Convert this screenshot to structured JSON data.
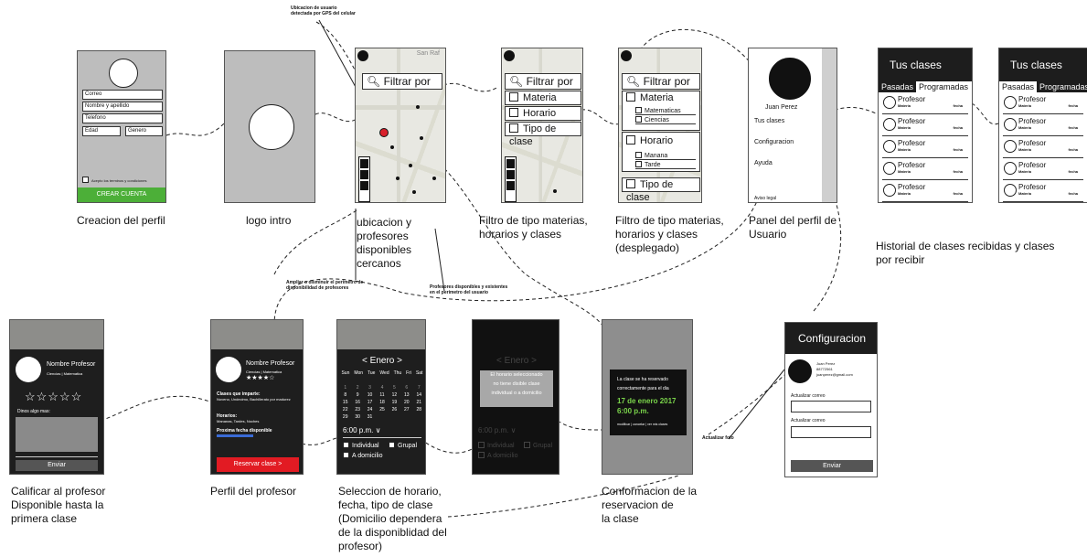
{
  "screens": {
    "perfil": {
      "fields": [
        "Correo",
        "Nombre y apellido",
        "Telefono",
        "Edad",
        "Genero"
      ],
      "terms": "Acepto los terminos y condiciones",
      "button": "CREAR CUENTA",
      "caption": "Creacion del perfil"
    },
    "logo": {
      "caption": "logo intro"
    },
    "mapa": {
      "top_note": "Ubicacion de usuario\ndetectada por GPS del celular",
      "city": "San Raf",
      "caption": "ubicacion y\nprofesores\ndisponibles\ncercanos",
      "note_perimetro": "Ampliar o disminuir el perimetro de\ndisponibilidad de profesores",
      "note_profesores": "Profesores disponibles y existentes\nen el perimetro del usuario"
    },
    "filtro": {
      "search": "Filtrar por",
      "options": [
        "Materia",
        "Horario",
        "Tipo de clase"
      ],
      "caption": "Filtro de tipo materias,\nhorarios y clases"
    },
    "filtro2": {
      "search": "Filtrar por",
      "materia": "Materia",
      "materia_sub": [
        "Matematicas",
        "Ciencias"
      ],
      "horario": "Horario",
      "horario_sub": [
        "Manana",
        "Tarde"
      ],
      "tipo": "Tipo de clase",
      "caption": "Filtro de tipo materias,\nhorarios y clases\n(desplegado)"
    },
    "panel": {
      "name": "Juan Perez",
      "items": [
        "Tus clases",
        "Configuracion",
        "Ayuda"
      ],
      "legal": "Aviso legal",
      "caption": "Panel del perfil de\nUsuario"
    },
    "historial": {
      "title": "Tus clases",
      "tabs": [
        "Pasadas",
        "Programadas"
      ],
      "item_title": "Profesor",
      "item_sub": "Materia",
      "item_date": "fecha",
      "caption": "Historial de clases recibidas y clases\npor recibir"
    },
    "calificar": {
      "name": "Nombre Profesor",
      "subjects": "Ciencias | Matematica",
      "stars": "☆☆☆☆☆",
      "prompt": "Dinos algo mas:",
      "button": "Enviar",
      "caption": "Calificar al profesor\nDisponible hasta la\nprimera clase"
    },
    "profesor": {
      "name": "Nombre Profesor",
      "subjects": "Ciencias | Matematica",
      "stars": "★★★★☆",
      "classes_title": "Clases que imparte:",
      "classes": "Noveno, Undecimo, Bachillerato por madurez",
      "hours_title": "Horarios:",
      "hours": "Mananas, Tardes, Noches",
      "next_title": "Proxima fecha disponible",
      "button": "Reservar clase >",
      "caption": "Perfil del profesor"
    },
    "seleccion": {
      "month": "< Enero >",
      "days": [
        "Sun",
        "Mon",
        "Tue",
        "Wed",
        "Thu",
        "Fri",
        "Sat"
      ],
      "weeks": [
        [
          "",
          "",
          "",
          "",
          "",
          "",
          ""
        ],
        [
          "1",
          "2",
          "3",
          "4",
          "5",
          "6",
          "7"
        ],
        [
          "8",
          "9",
          "10",
          "11",
          "12",
          "13",
          "14"
        ],
        [
          "15",
          "16",
          "17",
          "18",
          "19",
          "20",
          "21"
        ],
        [
          "22",
          "23",
          "24",
          "25",
          "26",
          "27",
          "28"
        ],
        [
          "29",
          "30",
          "31",
          "",
          "",
          "",
          ""
        ]
      ],
      "time": "6:00 p.m. ∨",
      "opts": [
        "Individual",
        "Grupal",
        "A domicilio"
      ],
      "caption": "Seleccion de horario,\nfecha, tipo de clase\n(Domicilio dependera\nde la disponiblidad del\nprofesor)"
    },
    "error": {
      "month": "< Enero >",
      "message": "El horario seleccionado\nno tiene disible clase\nindividual o a domicilio",
      "time": "6:00 p.m. ∨",
      "opts": [
        "Individual",
        "Grupal",
        "A domicilio"
      ]
    },
    "confirmacion": {
      "line1": "La clase se ha reservado",
      "line2": "correctamente para el dia",
      "date": "17 de enero 2017",
      "time": "6:00 p.m.",
      "modify": "modificar | cancelar | ver mis clases",
      "caption": "Conformacion de la\nreservacion de\nla clase"
    },
    "config": {
      "title": "Configuracion",
      "name": "Juan Perez",
      "phone": "88772561",
      "email": "juanperez@gmail.com",
      "label1": "Actualizar correo",
      "label2": "Actualizar correo",
      "button": "Enviar",
      "note": "Actualizar foto"
    }
  }
}
